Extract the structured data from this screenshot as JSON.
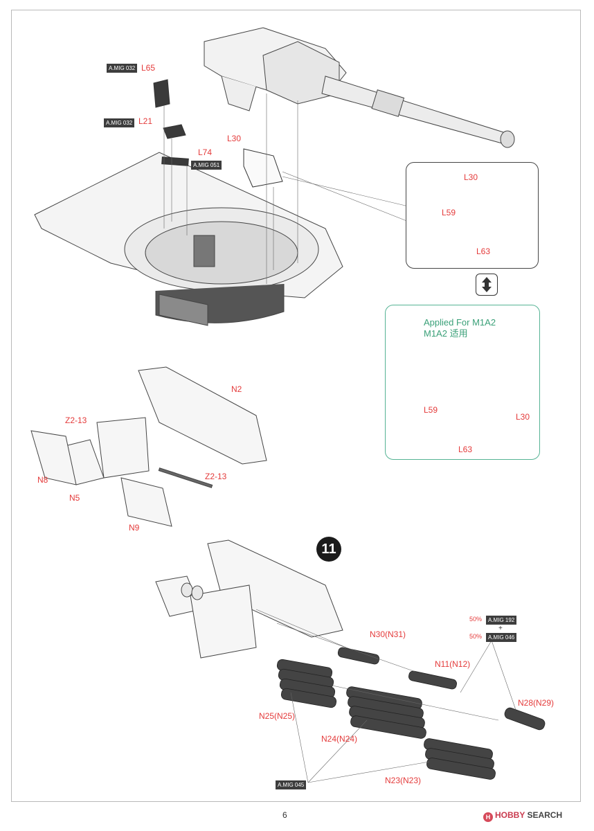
{
  "labels": {
    "l65": "L65",
    "l21": "L21",
    "l74": "L74",
    "l30": "L30",
    "detail_l30": "L30",
    "detail_l59": "L59",
    "detail_l63": "L63",
    "m1a2_l59": "L59",
    "m1a2_l63": "L63",
    "m1a2_l30": "L30",
    "n2": "N2",
    "z2_13_a": "Z2-13",
    "z2_13_b": "Z2-13",
    "n8": "N8",
    "n5": "N5",
    "n9": "N9",
    "n30": "N30(N31)",
    "n11": "N11(N12)",
    "n28": "N28(N29)",
    "n25": "N25(N25)",
    "n24": "N24(N24)",
    "n23": "N23(N23)"
  },
  "paint_tags": {
    "l65_tag": "A.MIG 032",
    "l21_tag": "A.MIG 032",
    "l74_tag": "A.MIG 051",
    "mig192": "A.MIG 192",
    "mig046": "A.MIG 046",
    "mig045": "A.MIG 045"
  },
  "mix": {
    "pct_a": "50%",
    "pct_b": "50%",
    "plus": "+"
  },
  "m1a2_note": {
    "line1": "Applied For M1A2",
    "line2": "M1A2 适用"
  },
  "step_number": "11",
  "page_number": "6",
  "watermark": {
    "logo": "H",
    "hobby": "HOBBY",
    "search": " SEARCH"
  },
  "icons": [
    "warning-icon",
    "hobby-knife-icon",
    "swap-arrows-icon"
  ],
  "colors": {
    "callout": "#e43a3a",
    "tag_bg": "#3d3d3d",
    "m1a2_border": "#55b394",
    "highlight": "#e55050"
  }
}
